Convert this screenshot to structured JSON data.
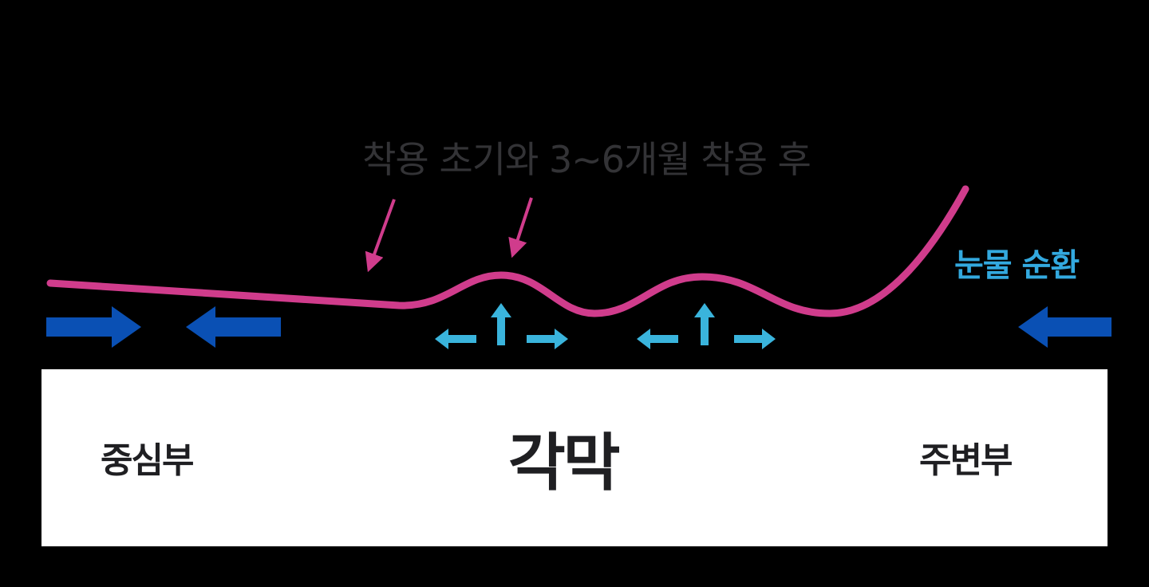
{
  "diagram": {
    "annotation": "착용 초기와 3~6개월 착용 후",
    "tear_flow_label": "눈물 순환",
    "cornea_label": "각막",
    "center_label": "중심부",
    "periphery_label": "주변부"
  },
  "colors": {
    "curve": "#d03c8c",
    "flow_arrow_dark": "#0a50b4",
    "flow_arrow_light": "#3ab4dc",
    "annotation_text": "#333336"
  }
}
